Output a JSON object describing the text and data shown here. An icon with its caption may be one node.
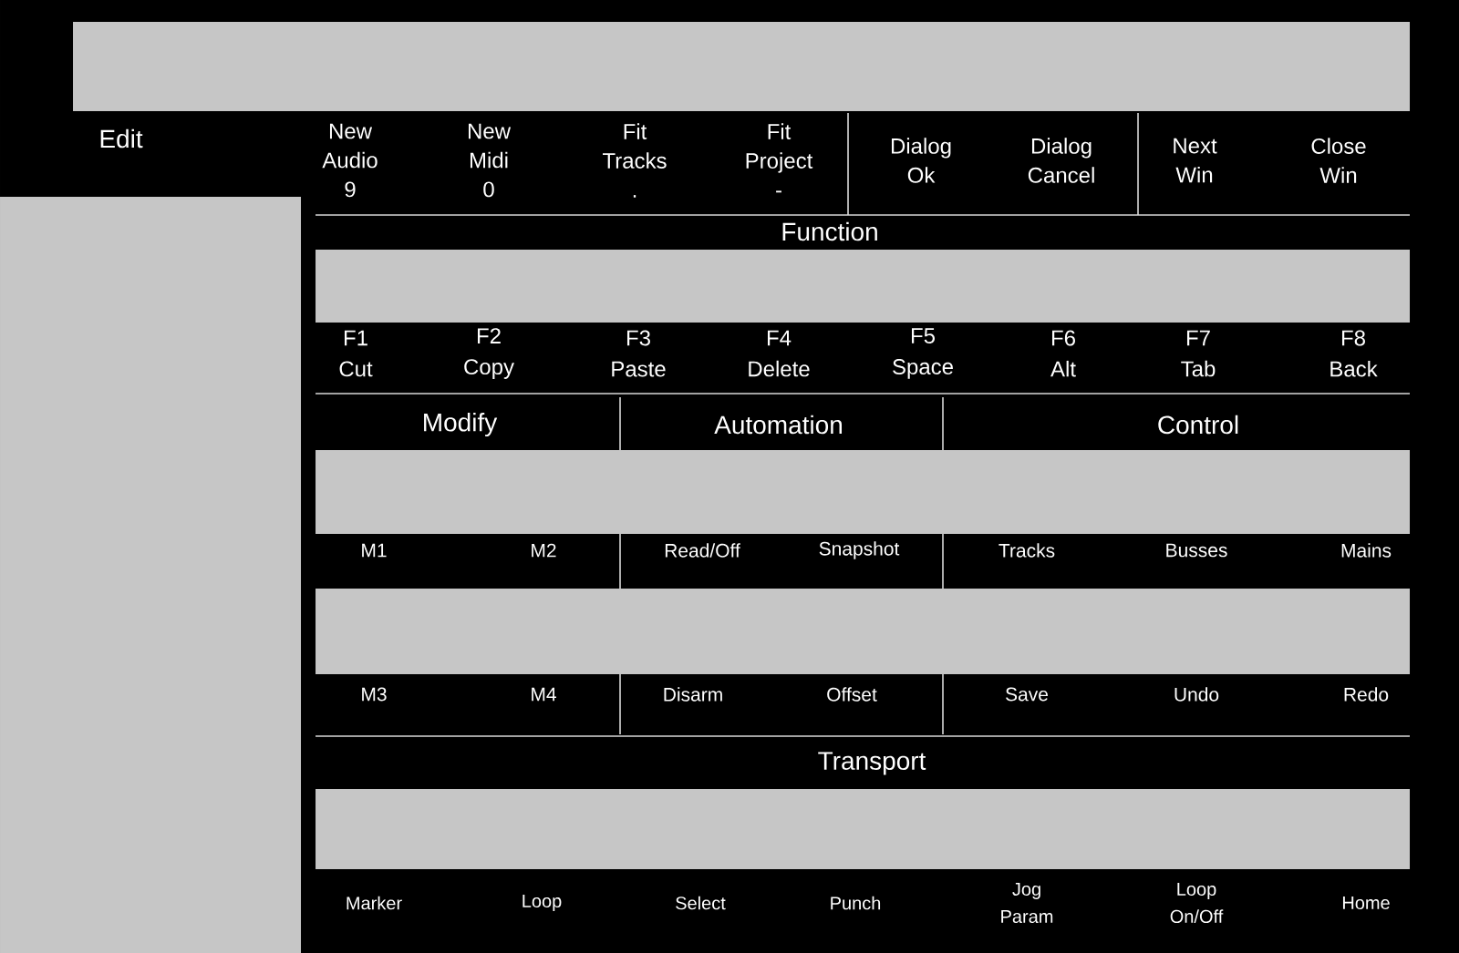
{
  "diagram": {
    "labels": [
      "Edit",
      "New Audio 9",
      "New Midi 0",
      "Fit Tracks .",
      "Fit Project -",
      "Dialog Ok",
      "Dialog Cancel",
      "Next Win",
      "Close Win",
      "Function",
      "F1 Cut",
      "F2 Copy",
      "F3 Paste",
      "F4 Delete",
      "F5 Space",
      "F6 Alt",
      "F7 Tab",
      "F8 Back",
      "Modify",
      "Automation",
      "Control",
      "M1",
      "M2",
      "Read/Off",
      "Snapshot",
      "Tracks",
      "Busses",
      "Mains",
      "M3",
      "M4",
      "Disarm",
      "Offset",
      "Save",
      "Undo",
      "Redo",
      "Transport",
      "Marker",
      "Loop",
      "Select",
      "Punch",
      "Jog Param",
      "Loop On/Off",
      "Home"
    ]
  }
}
